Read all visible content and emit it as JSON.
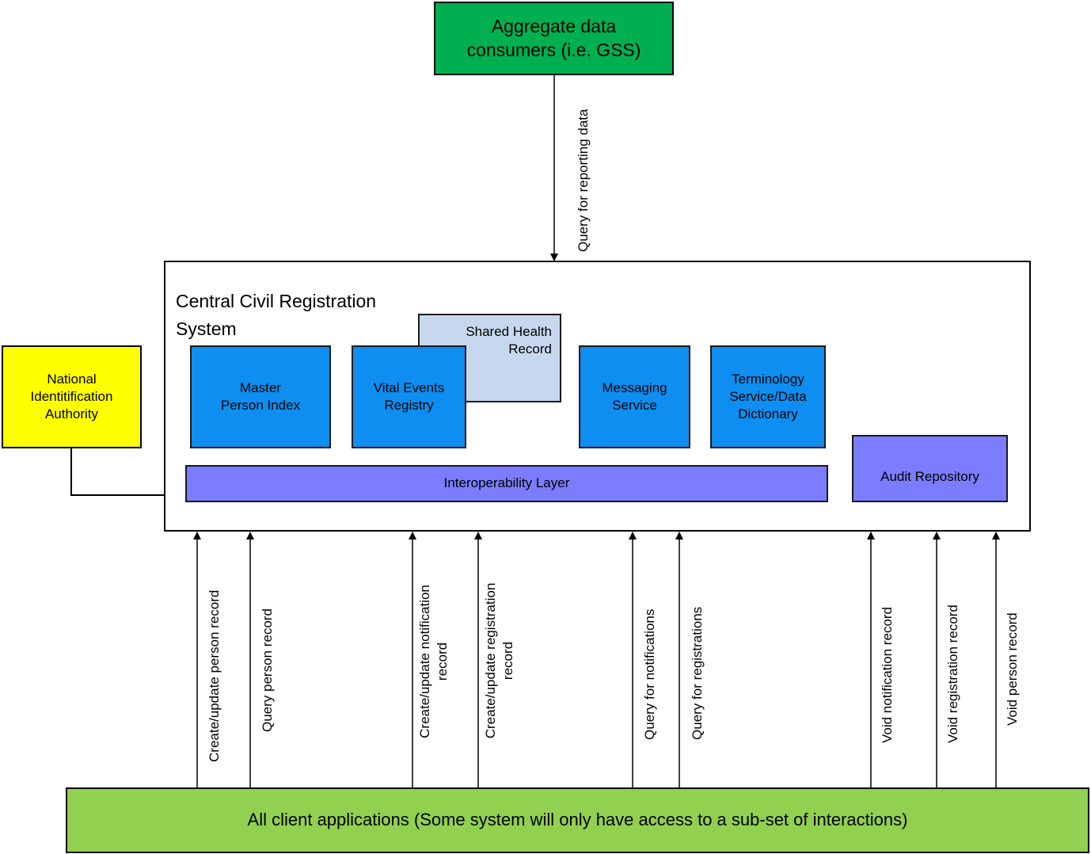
{
  "boxes": {
    "aggregate": "Aggregate data consumers (i.e. GSS)",
    "ccrs_title": "Central Civil Registration System",
    "shr": "Shared Health Record",
    "mpi": "Master Person Index",
    "ver": "Vital Events Registry",
    "messaging": "Messaging Service",
    "terminology": "Terminology Service/Data Dictionary",
    "nia": "National Identitification Authority",
    "interop": "Interoperability Layer",
    "audit": "Audit Repository",
    "clients": "All client applications (Some system will only have access to a sub-set of interactions)"
  },
  "interactions": {
    "query_reporting": "Query for reporting data",
    "create_person": "Create/update person record",
    "query_person": "Query person record",
    "create_notification": "Create/update notification record",
    "create_registration": "Create/update registration record",
    "query_notifications": "Query for notifications",
    "query_registrations": "Query for registrations",
    "void_notification": "Void notification record",
    "void_registration": "Void registration record",
    "void_person": "Void person record"
  },
  "colors": {
    "green_dark": "#00b050",
    "green_light": "#92d050",
    "yellow": "#ffff00",
    "blue": "#0d8ef0",
    "light_blue": "#c7d8ee",
    "purple": "#7b7cff"
  }
}
